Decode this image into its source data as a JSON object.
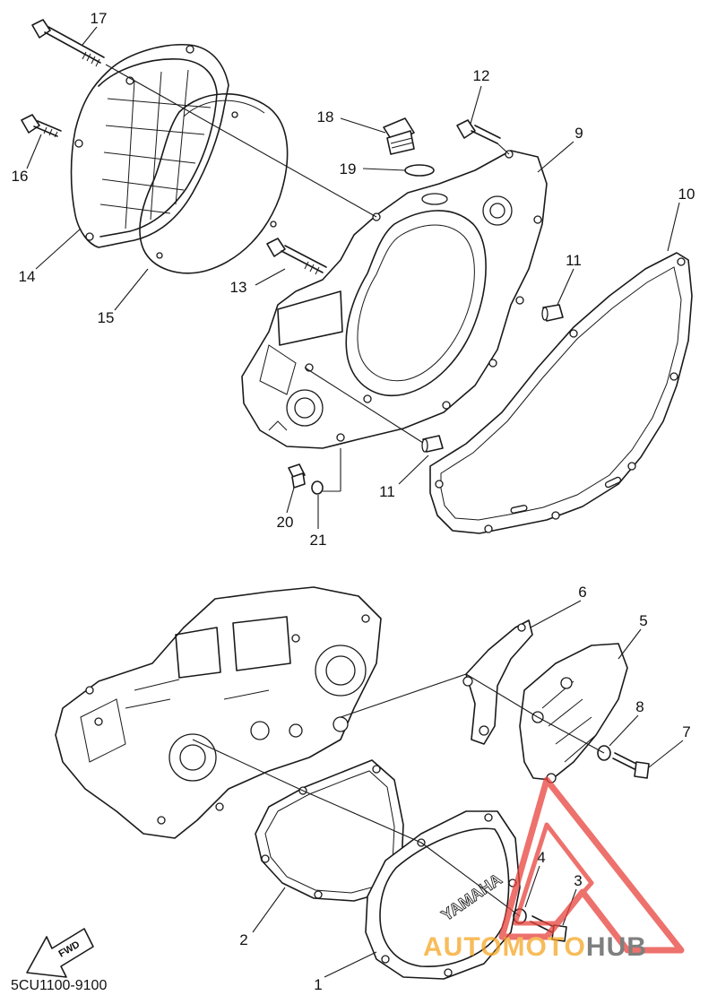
{
  "diagram": {
    "part_code": "5CU1100-9100",
    "fwd_label": "FWD",
    "cover_logo_text": "YAMAHA",
    "watermark": {
      "text_part1": "AUTOMOTO",
      "text_part2": "HUB",
      "color_primary": "#f5a623",
      "color_secondary": "#555555",
      "logo_color": "#e8423c"
    },
    "callouts": [
      {
        "id": "c1",
        "label": "1"
      },
      {
        "id": "c2",
        "label": "2"
      },
      {
        "id": "c3",
        "label": "3"
      },
      {
        "id": "c4",
        "label": "4"
      },
      {
        "id": "c5",
        "label": "5"
      },
      {
        "id": "c6",
        "label": "6"
      },
      {
        "id": "c7",
        "label": "7"
      },
      {
        "id": "c8",
        "label": "8"
      },
      {
        "id": "c9",
        "label": "9"
      },
      {
        "id": "c10",
        "label": "10"
      },
      {
        "id": "c11a",
        "label": "11"
      },
      {
        "id": "c11b",
        "label": "11"
      },
      {
        "id": "c12",
        "label": "12"
      },
      {
        "id": "c13",
        "label": "13"
      },
      {
        "id": "c14",
        "label": "14"
      },
      {
        "id": "c15",
        "label": "15"
      },
      {
        "id": "c16",
        "label": "16"
      },
      {
        "id": "c17",
        "label": "17"
      },
      {
        "id": "c18",
        "label": "18"
      },
      {
        "id": "c19",
        "label": "19"
      },
      {
        "id": "c20",
        "label": "20"
      },
      {
        "id": "c21",
        "label": "21"
      }
    ]
  }
}
